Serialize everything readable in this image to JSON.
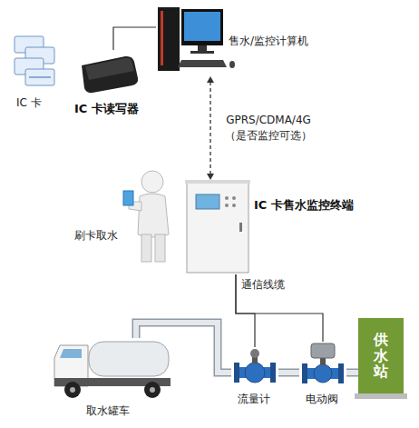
{
  "diagram": {
    "nodes": [
      {
        "text": [
          "IC 卡"
        ]
      },
      {
        "text": [
          "IC 卡读写器"
        ]
      },
      {
        "text": [
          "售水/监控计算机"
        ]
      },
      {
        "text": [
          "IC 卡售水监控终端"
        ]
      },
      {
        "text": [
          "刷卡取水"
        ]
      },
      {
        "text": [
          "流量计"
        ]
      },
      {
        "text": [
          "电动阀"
        ]
      },
      {
        "text": [
          "供水站"
        ]
      },
      {
        "text": [
          "取水罐车"
        ]
      }
    ],
    "edges": [
      {
        "from": 1,
        "to": 2,
        "arrow": "none"
      },
      {
        "from": 2,
        "to": 3,
        "arrow": "both",
        "label": "GPRS/CDMA/4G （是否监控可选）"
      },
      {
        "from": 3,
        "to": 5,
        "arrow": "none"
      },
      {
        "from": 3,
        "to": 6,
        "arrow": "none"
      },
      {
        "from": 7,
        "to": 6,
        "arrow": "none"
      },
      {
        "from": 6,
        "to": 5,
        "arrow": "none"
      },
      {
        "from": 5,
        "to": 8,
        "arrow": "none"
      }
    ],
    "labels": [
      "通信线缆"
    ]
  }
}
